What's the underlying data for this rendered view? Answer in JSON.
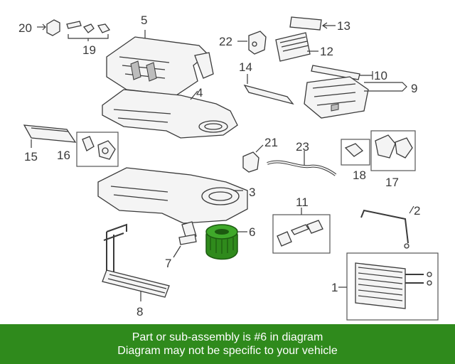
{
  "colors": {
    "highlight": "#2f8a1c",
    "banner_bg": "#2f8a1c",
    "banner_text": "#ffffff",
    "line": "#3a3a3a"
  },
  "callouts": [
    "1",
    "2",
    "3",
    "4",
    "5",
    "6",
    "7",
    "8",
    "9",
    "10",
    "11",
    "12",
    "13",
    "14",
    "15",
    "16",
    "17",
    "18",
    "19",
    "20",
    "21",
    "22",
    "23"
  ],
  "banner": {
    "line1": "Part or sub-assembly is #6 in diagram",
    "line2": "Diagram may not be specific to your vehicle"
  }
}
